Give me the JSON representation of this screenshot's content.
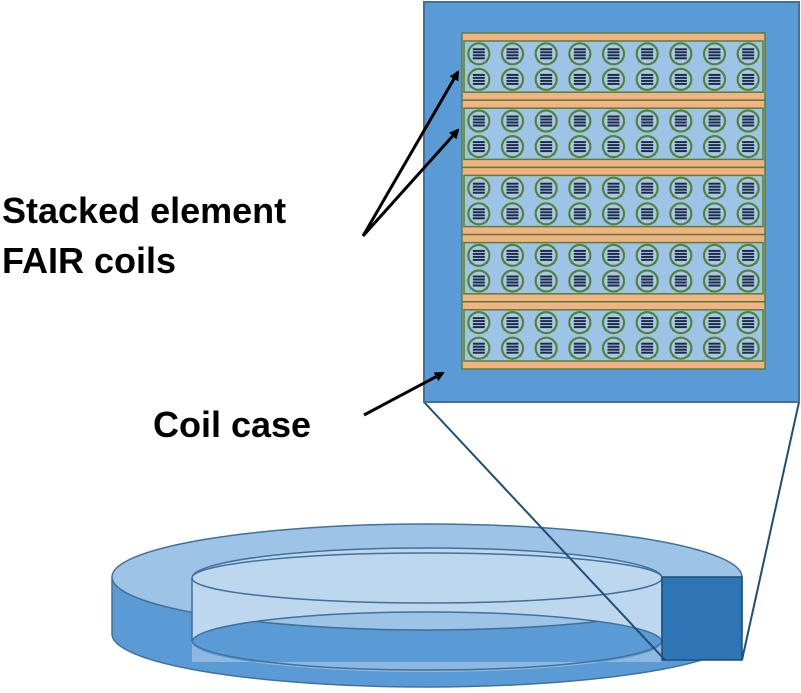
{
  "labels": {
    "stacked_line1": "Stacked element",
    "stacked_line2": "FAIR coils",
    "coil_case": "Coil case"
  },
  "structure": {
    "element_rows": 5,
    "conductor_columns": 9,
    "conductor_rows_per_element": 2
  },
  "colors": {
    "case_fill": "#5b9bd5",
    "case_stroke": "#41719c",
    "insulation_orange": "#f4b183",
    "element_fill": "#9dc3e6",
    "conductor_ring": "#548235",
    "conductor_core": "#1f2a44",
    "ring_outer": "#5b9bd5",
    "ring_inner_top": "#9dc3e6",
    "ring_cross_section": "#2e75b6",
    "line": "#000000"
  }
}
